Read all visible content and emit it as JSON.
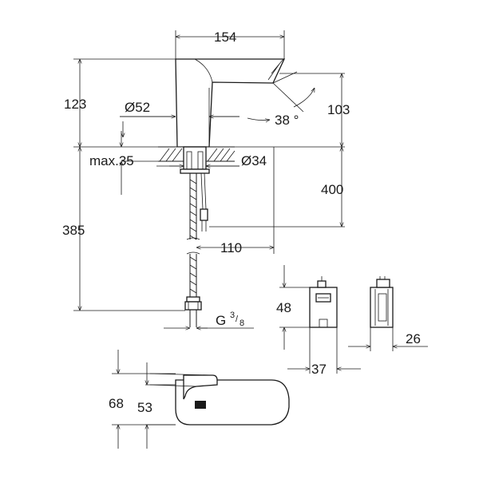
{
  "dimensions": {
    "width_top": "154",
    "spout_diameter_label": "Ø52",
    "height_body": "123",
    "angle": "38 °",
    "spout_height": "103",
    "max_thickness": "max.35",
    "hole_diameter": "Ø34",
    "hose_length": "400",
    "total_length": "385",
    "offset": "110",
    "connection_g": "G",
    "connection_fraction_num": "3",
    "connection_fraction_den": "8",
    "box_height": "48",
    "box_width": "37",
    "box_depth": "26",
    "top_height_outer": "68",
    "top_height_inner": "53"
  }
}
